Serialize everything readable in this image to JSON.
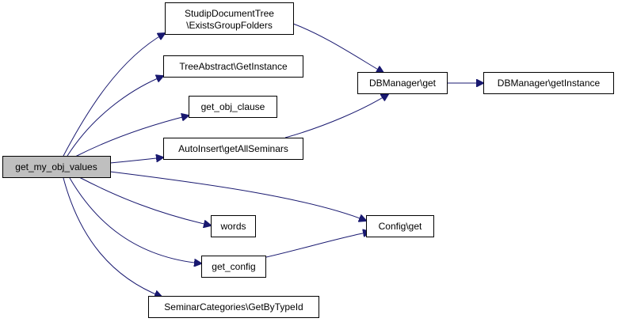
{
  "colors": {
    "edge": "#191970",
    "node_fill": "#ffffff",
    "root_fill": "#bfbfbf",
    "node_border": "#000000"
  },
  "nodes": {
    "root": "get_my_obj_values",
    "exists_group_folders": [
      "StudipDocumentTree",
      "\\ExistsGroupFolders"
    ],
    "tree_get_instance": "TreeAbstract\\GetInstance",
    "get_obj_clause": "get_obj_clause",
    "get_all_seminars": "AutoInsert\\getAllSeminars",
    "words": "words",
    "get_config": "get_config",
    "get_by_type_id": "SeminarCategories\\GetByTypeId",
    "db_get": "DBManager\\get",
    "db_get_instance": "DBManager\\getInstance",
    "config_get": "Config\\get"
  }
}
